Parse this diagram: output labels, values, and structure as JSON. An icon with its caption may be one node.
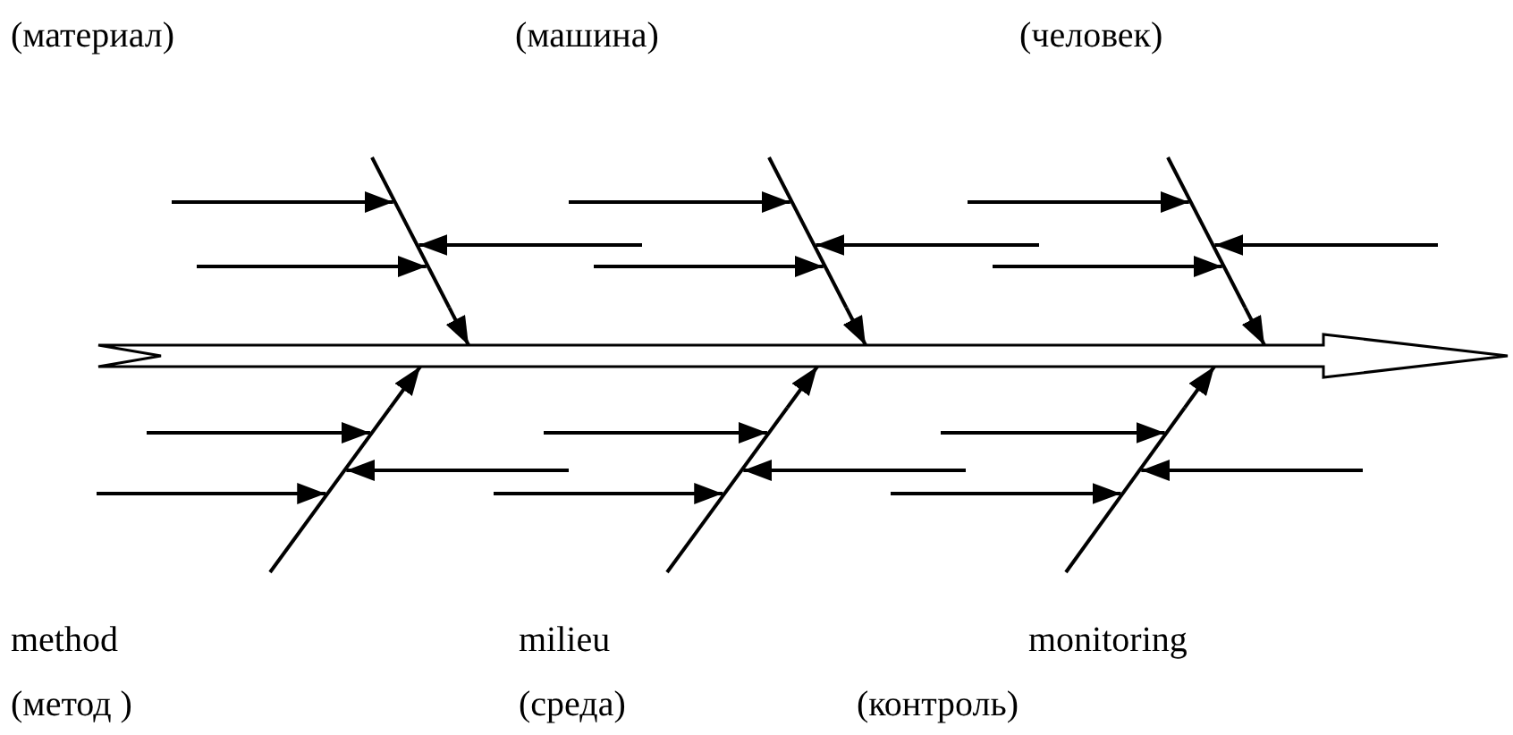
{
  "diagram": {
    "nodes": [
      {
        "text": [],
        "shape": "arrow"
      },
      {
        "text": [],
        "shape": "line"
      },
      {
        "text": [],
        "shape": "line"
      },
      {
        "text": [],
        "shape": "line"
      },
      {
        "text": [],
        "shape": "line"
      },
      {
        "text": [],
        "shape": "line"
      },
      {
        "text": [],
        "shape": "line"
      }
    ],
    "edges": [
      {
        "from": 1,
        "to": 0,
        "arrow": "to"
      },
      {
        "from": 2,
        "to": 0,
        "arrow": "to"
      },
      {
        "from": 3,
        "to": 0,
        "arrow": "to"
      },
      {
        "from": 4,
        "to": 0,
        "arrow": "to"
      },
      {
        "from": 5,
        "to": 0,
        "arrow": "to"
      },
      {
        "from": 6,
        "to": 0,
        "arrow": "to"
      },
      {
        "from": null,
        "to": 1,
        "arrow": "to"
      },
      {
        "from": null,
        "to": 1,
        "arrow": "to"
      },
      {
        "from": null,
        "to": 1,
        "arrow": "to"
      },
      {
        "from": null,
        "to": 2,
        "arrow": "to"
      },
      {
        "from": null,
        "to": 2,
        "arrow": "to"
      },
      {
        "from": null,
        "to": 2,
        "arrow": "to"
      },
      {
        "from": null,
        "to": 3,
        "arrow": "to"
      },
      {
        "from": null,
        "to": 3,
        "arrow": "to"
      },
      {
        "from": null,
        "to": 3,
        "arrow": "to"
      },
      {
        "from": null,
        "to": 4,
        "arrow": "to"
      },
      {
        "from": null,
        "to": 4,
        "arrow": "to"
      },
      {
        "from": null,
        "to": 4,
        "arrow": "to"
      },
      {
        "from": null,
        "to": 5,
        "arrow": "to"
      },
      {
        "from": null,
        "to": 5,
        "arrow": "to"
      },
      {
        "from": null,
        "to": 5,
        "arrow": "to"
      },
      {
        "from": null,
        "to": 6,
        "arrow": "to"
      },
      {
        "from": null,
        "to": 6,
        "arrow": "to"
      },
      {
        "from": null,
        "to": 6,
        "arrow": "to"
      }
    ],
    "labels": [
      "(материал)",
      "(машина)",
      "(человек)",
      "method",
      "milieu",
      "monitoring",
      "(метод )",
      "(среда)",
      "(контроль)"
    ]
  }
}
